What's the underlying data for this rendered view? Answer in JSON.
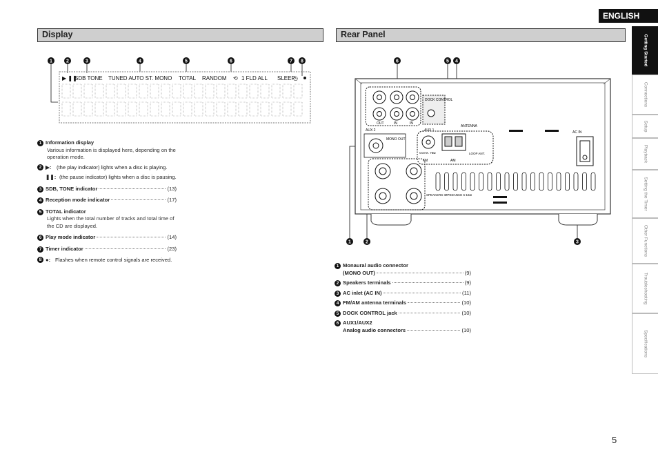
{
  "language_tab": "ENGLISH",
  "side_nav": [
    {
      "label": "Getting Started",
      "active": true
    },
    {
      "label": "Connections",
      "active": false
    },
    {
      "label": "Setup",
      "active": false
    },
    {
      "label": "Playback",
      "active": false
    },
    {
      "label": "Setting the Timer",
      "active": false
    },
    {
      "label": "Other Functions",
      "active": false
    },
    {
      "label": "Troubleshooting",
      "active": false
    },
    {
      "label": "Specifications",
      "active": false
    }
  ],
  "display": {
    "title": "Display",
    "lcd_callouts": [
      "1",
      "2",
      "3",
      "4",
      "5",
      "6",
      "7",
      "8"
    ],
    "lcd_labels": {
      "play_pause": "▶ ❚❚",
      "sdb_tone": "SDB TONE",
      "reception": "TUNED AUTO ST.  MONO",
      "total": "TOTAL",
      "random": "RANDOM",
      "fld": "1  FLD ALL",
      "sleep": "SLEEP"
    },
    "items": [
      {
        "num": "1",
        "label": "Information display",
        "desc": "Various information is displayed here, depending on the operation mode."
      },
      {
        "num": "2",
        "label": "▶:",
        "desc": "(the play indicator) lights when a disc is playing."
      },
      {
        "num": "",
        "label": "❚❚:",
        "desc": "(the pause indicator) lights when a disc is pausing."
      },
      {
        "num": "3",
        "label": "SDB, TONE indicator",
        "page": "(13)"
      },
      {
        "num": "4",
        "label": "Reception mode indicator",
        "page": "(17)"
      },
      {
        "num": "5",
        "label": "TOTAL indicator",
        "desc": "Lights when the total number of tracks and total time of the CD are displayed."
      },
      {
        "num": "6",
        "label": "Play mode indicator",
        "page": "(14)"
      },
      {
        "num": "7",
        "label": "Timer indicator",
        "page": "(23)"
      },
      {
        "num": "8",
        "label": "●:",
        "desc": "Flashes when remote control signals are received."
      }
    ]
  },
  "rear": {
    "title": "Rear Panel",
    "diagram_callouts": [
      "6",
      "5",
      "4",
      "1",
      "2",
      "3"
    ],
    "panel_labels": {
      "out": "OUT",
      "in1": "IN",
      "in2": "IN",
      "dock_control": "DOCK CONTROL",
      "aux2": "AUX 2",
      "aux1": "AUX 1",
      "antenna": "ANTENNA",
      "mono_out": "MONO OUT",
      "coax": "COAX. 75Ω",
      "loop_ant": "LOOP ANT.",
      "fm": "FM",
      "am": "AM",
      "speakers": "SPEAKERS IMPEDANCE 6-16Ω",
      "ac_in": "AC IN"
    },
    "items": [
      {
        "num": "1",
        "label": "Monaural audio connector",
        "label2": "(MONO OUT)",
        "page": "(9)"
      },
      {
        "num": "2",
        "label": "Speakers terminals",
        "page": "(9)"
      },
      {
        "num": "3",
        "label": "AC inlet (AC IN)",
        "page": "(11)"
      },
      {
        "num": "4",
        "label": "FM/AM antenna terminals",
        "page": "(10)"
      },
      {
        "num": "5",
        "label": "DOCK CONTROL jack",
        "page": "(10)"
      },
      {
        "num": "6",
        "label": "AUX1/AUX2",
        "label2": "Analog audio connectors",
        "page": "(10)"
      }
    ]
  },
  "page_number": "5"
}
